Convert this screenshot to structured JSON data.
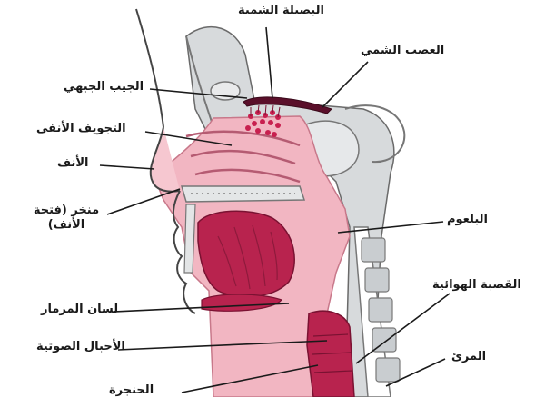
{
  "labels": {
    "olfactory_bulb": "البصيلة الشمية",
    "olfactory_nerve": "العصب الشمي",
    "frontal_sinus": "الجيب الجبهي",
    "nasal_cavity": "التجويف الأنفي",
    "nose": "الأنف",
    "nostril": "منخر (فتحة الأنف)",
    "pharynx": "البلعوم",
    "trachea": "القصبة الهوائية",
    "tongue": "لسان المزمار",
    "vocal_cords": "الأحبال الصوتية",
    "esophagus": "المرئ",
    "bottom_cut": "الحنجرة"
  },
  "colors": {
    "tissue_pink": "#f2b6c2",
    "dark_pink": "#b8234e",
    "bone_gray": "#cfd3d6",
    "outline": "#3a3a3a",
    "bulb_dark": "#5a0f2a"
  }
}
